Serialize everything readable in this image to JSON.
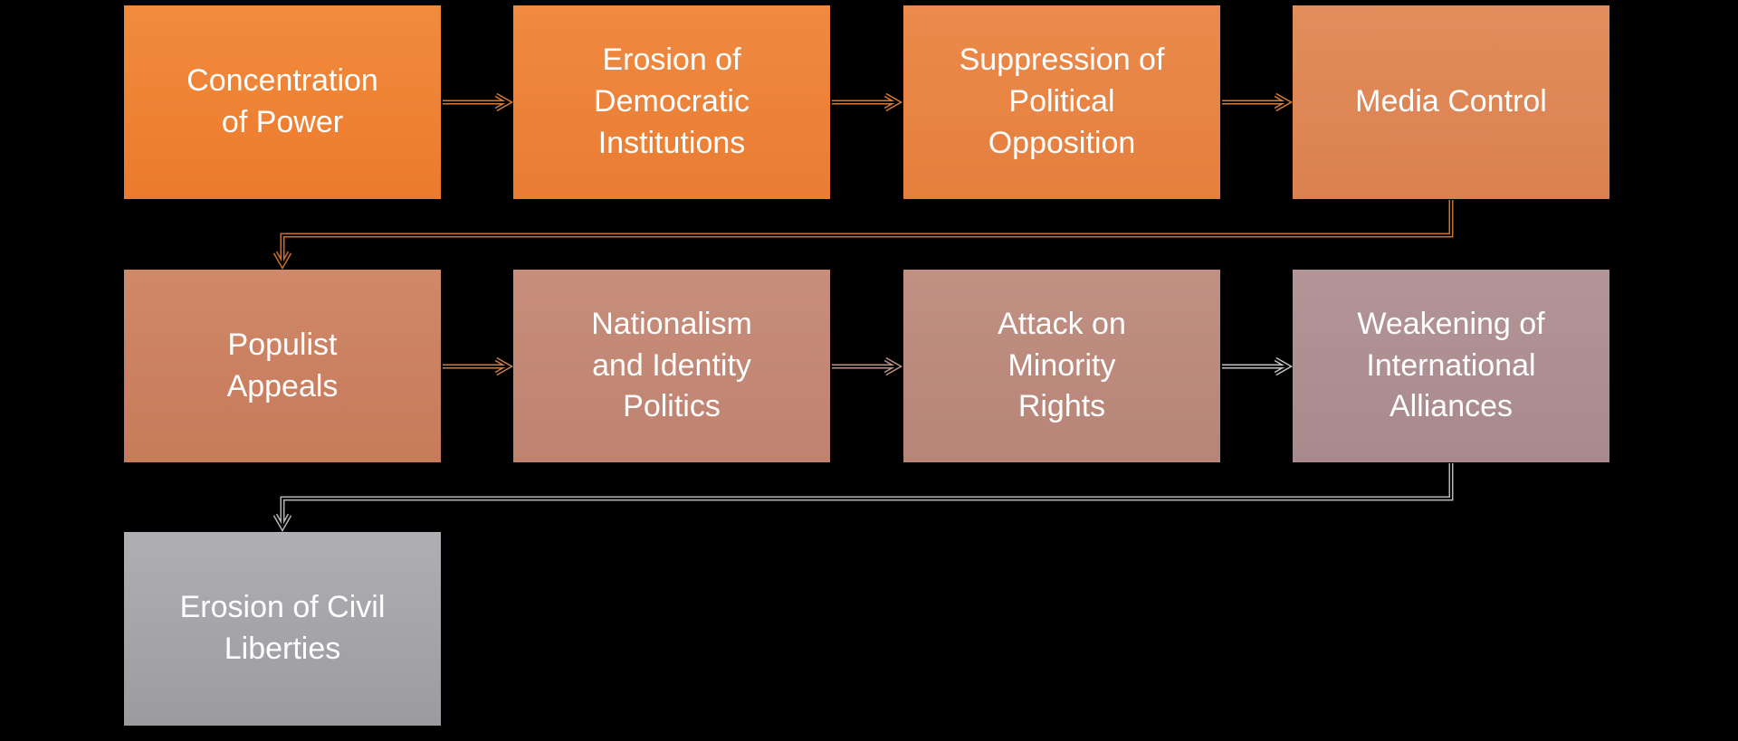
{
  "diagram": {
    "type": "process-flowchart",
    "background_color": "#000000",
    "text_color": "#FFFFFF",
    "nodes": [
      {
        "id": "concentration-of-power",
        "label": "Concentration\nof Power",
        "row": 1,
        "col": 1,
        "color_top": "#F08B3D",
        "color_bottom": "#EC7A2E"
      },
      {
        "id": "erosion-of-democratic-institutions",
        "label": "Erosion of\nDemocratic\nInstitutions",
        "row": 1,
        "col": 2,
        "color_top": "#EF8A40",
        "color_bottom": "#EA7C33"
      },
      {
        "id": "suppression-of-political-opposition",
        "label": "Suppression of\nPolitical\nOpposition",
        "row": 1,
        "col": 3,
        "color_top": "#EB8A4B",
        "color_bottom": "#E57F3E"
      },
      {
        "id": "media-control",
        "label": "Media Control",
        "row": 1,
        "col": 4,
        "color_top": "#E28D5B",
        "color_bottom": "#DB8150"
      },
      {
        "id": "populist-appeals",
        "label": "Populist\nAppeals",
        "row": 2,
        "col": 1,
        "color_top": "#CF8868",
        "color_bottom": "#C77B5B"
      },
      {
        "id": "nationalism-and-identity-politics",
        "label": "Nationalism\nand Identity\nPolitics",
        "row": 2,
        "col": 2,
        "color_top": "#C78E7B",
        "color_bottom": "#BE8370"
      },
      {
        "id": "attack-on-minority-rights",
        "label": "Attack on\nMinority\nRights",
        "row": 2,
        "col": 3,
        "color_top": "#C09083",
        "color_bottom": "#B68577"
      },
      {
        "id": "weakening-of-international-alliances",
        "label": "Weakening of\nInternational\nAlliances",
        "row": 2,
        "col": 4,
        "color_top": "#B39598",
        "color_bottom": "#A88A8D"
      },
      {
        "id": "erosion-of-civil-liberties",
        "label": "Erosion of Civil\nLiberties",
        "row": 3,
        "col": 1,
        "color_top": "#AFAFB3",
        "color_bottom": "#9C9CA0"
      }
    ],
    "connectors": [
      {
        "from": "concentration-of-power",
        "to": "erosion-of-democratic-institutions",
        "shape": "straight-arrow",
        "color": "#DC7A2F"
      },
      {
        "from": "erosion-of-democratic-institutions",
        "to": "suppression-of-political-opposition",
        "shape": "straight-arrow",
        "color": "#DC7A2F"
      },
      {
        "from": "suppression-of-political-opposition",
        "to": "media-control",
        "shape": "straight-arrow",
        "color": "#D87E38"
      },
      {
        "from": "media-control",
        "to": "populist-appeals",
        "shape": "elbow-arrow",
        "color": "#C96F31"
      },
      {
        "from": "populist-appeals",
        "to": "nationalism-and-identity-politics",
        "shape": "straight-arrow",
        "color": "#C67F4C"
      },
      {
        "from": "nationalism-and-identity-politics",
        "to": "attack-on-minority-rights",
        "shape": "straight-arrow",
        "color": "#BB9484"
      },
      {
        "from": "attack-on-minority-rights",
        "to": "weakening-of-international-alliances",
        "shape": "straight-arrow",
        "color": "#C2C2C6"
      },
      {
        "from": "weakening-of-international-alliances",
        "to": "erosion-of-civil-liberties",
        "shape": "elbow-arrow",
        "color": "#B5B5B9"
      }
    ]
  }
}
